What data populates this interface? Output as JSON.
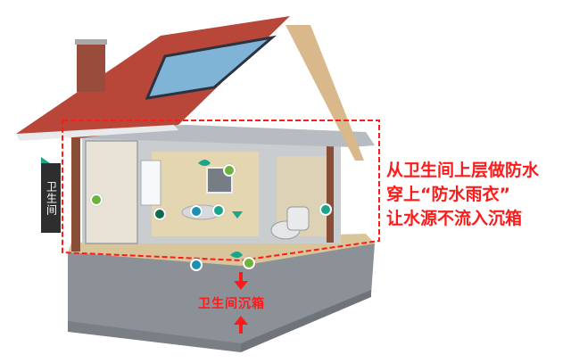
{
  "diagram": {
    "side_label": "卫生间",
    "annotation_lines": [
      "从卫生间上层做防水",
      "穿上“防水雨衣”",
      "让水源不流入沉箱"
    ],
    "sink_box_label": "卫生间沉箱",
    "colors": {
      "annotation_red": "#ff1a1a",
      "roof_red": "#b8473a",
      "slab_gray": "#8c9198",
      "tab_teal": "#1aa58a",
      "label_bg": "#2e2e2e",
      "dot_green": "#6ab33d",
      "dot_blue": "#1d8fb5",
      "dot_teal": "#1aa58a",
      "dot_dark_green": "#0f6a4c"
    },
    "markers": [
      {
        "name": "shower-marker",
        "color": "green"
      },
      {
        "name": "wall-marker",
        "color": "dark-green"
      },
      {
        "name": "basin-marker",
        "color": "blue"
      },
      {
        "name": "faucet-marker",
        "color": "teal"
      },
      {
        "name": "mirror-marker",
        "color": "green"
      },
      {
        "name": "toilet-wall-marker",
        "color": "teal"
      },
      {
        "name": "floor-marker-left",
        "color": "blue"
      },
      {
        "name": "floor-marker-right",
        "color": "green"
      }
    ]
  }
}
